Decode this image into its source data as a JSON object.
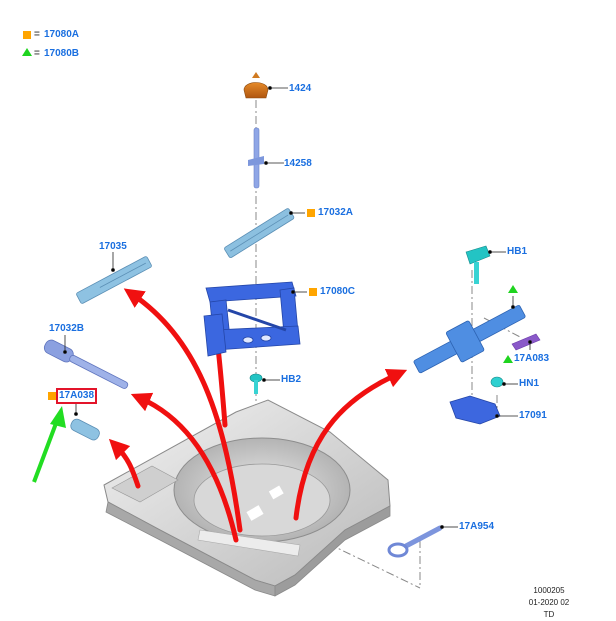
{
  "legend": [
    {
      "symbol": "orange-square",
      "equals": "=",
      "code": "17080A"
    },
    {
      "symbol": "green-triangle",
      "equals": "=",
      "code": "17080B"
    }
  ],
  "colors": {
    "label_blue": "#1a6fe0",
    "marker_orange": "#ffa500",
    "marker_green": "#1fd41f",
    "arrow_red": "#f01010",
    "highlight_box_red": "#e3142a",
    "pointer_arrow_green": "#22dd22"
  },
  "parts": {
    "p1424": {
      "code": "1424"
    },
    "p14258": {
      "code": "14258"
    },
    "p17032A": {
      "code": "17032A",
      "marker": "orange-square"
    },
    "p17080C": {
      "code": "17080C",
      "marker": "orange-square"
    },
    "p17035": {
      "code": "17035"
    },
    "p17032B": {
      "code": "17032B"
    },
    "p17A038": {
      "code": "17A038",
      "marker": "orange-square",
      "highlighted": true
    },
    "pHB2": {
      "code": "HB2"
    },
    "pHB1": {
      "code": "HB1"
    },
    "p17A083": {
      "code": "17A083",
      "marker": "green-triangle"
    },
    "pHN1": {
      "code": "HN1"
    },
    "p17091": {
      "code": "17091"
    },
    "p17A954": {
      "code": "17A954"
    }
  },
  "footer": {
    "line1": "1000205",
    "line2": "01-2020 02",
    "line3": "TD"
  }
}
